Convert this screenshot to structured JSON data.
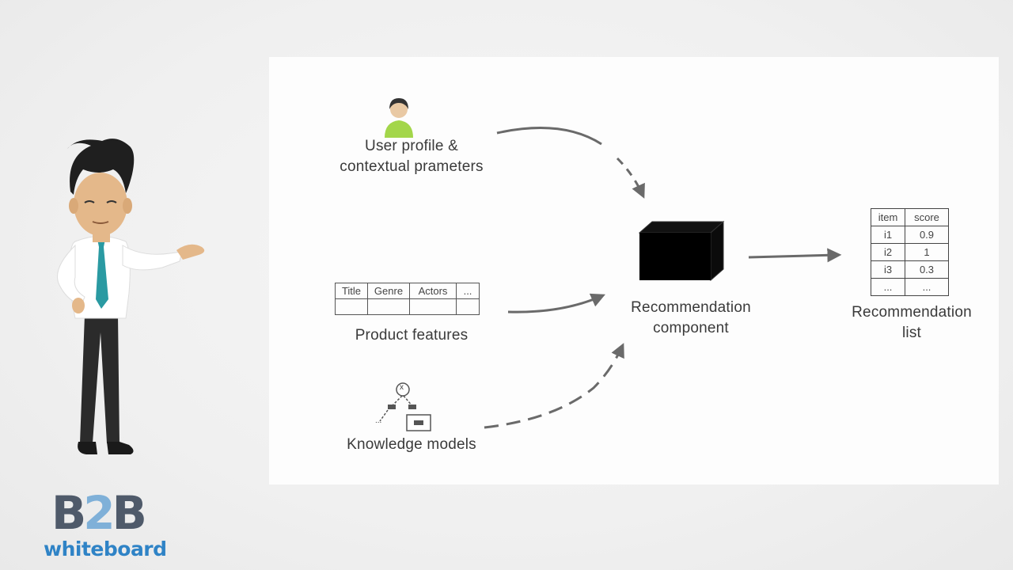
{
  "diagram": {
    "inputs": {
      "user_profile": "User profile &\ncontextual prameters",
      "product_features": "Product features",
      "knowledge_models": "Knowledge models"
    },
    "component": "Recommendation\ncomponent",
    "output": "Recommendation\nlist"
  },
  "feature_table": {
    "headers": [
      "Title",
      "Genre",
      "Actors",
      "..."
    ]
  },
  "recommendation_table": {
    "headers": [
      "item",
      "score"
    ],
    "rows": [
      [
        "i1",
        "0.9"
      ],
      [
        "i2",
        "1"
      ],
      [
        "i3",
        "0.3"
      ],
      [
        "...",
        "..."
      ]
    ]
  },
  "knowledge_tree": {
    "root": "x",
    "left_leaf": "...",
    "right_leaf": "..."
  },
  "logo": {
    "b2b_left": "B",
    "b2b_mid": "2",
    "b2b_right": "B",
    "sub": "whiteboard"
  },
  "colors": {
    "user_icon": "#a3d64a",
    "logo_dark": "#4f5a6a",
    "logo_light": "#7fb0d8",
    "logo_blue": "#2f83c6"
  }
}
